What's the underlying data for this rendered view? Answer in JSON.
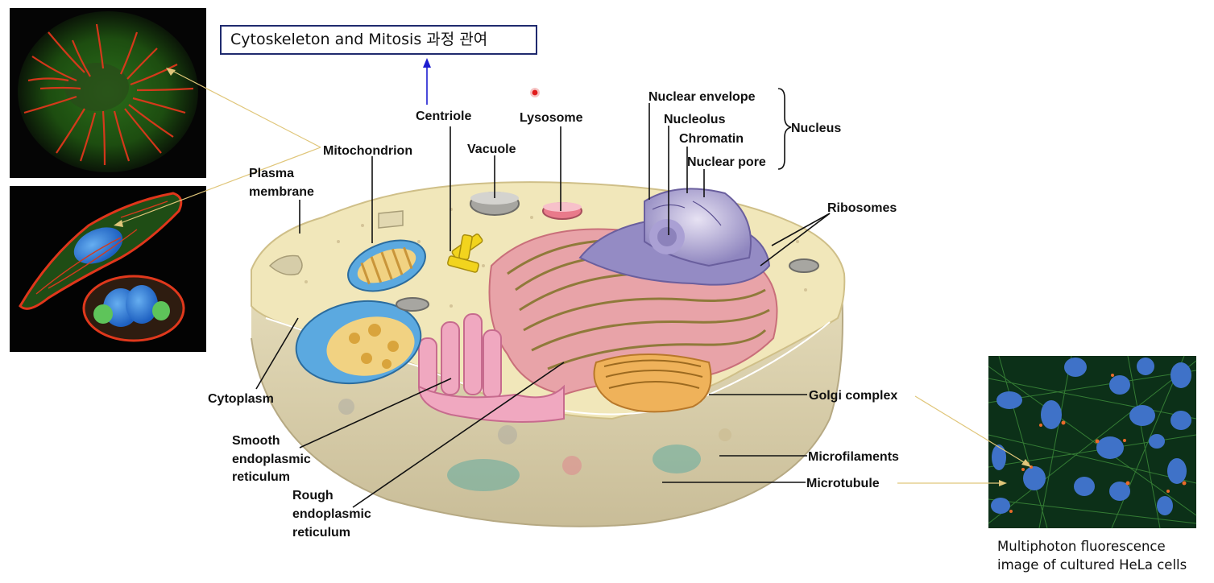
{
  "title": "Cytoskeleton and Mitosis 과정 관여",
  "labels": {
    "centriole": "Centriole",
    "lysosome": "Lysosome",
    "nuclear_envelope": "Nuclear envelope",
    "nucleolus": "Nucleolus",
    "chromatin": "Chromatin",
    "nuclear_pore": "Nuclear pore",
    "nucleus": "Nucleus",
    "mitochondrion": "Mitochondrion",
    "vacuole": "Vacuole",
    "plasma_membrane": [
      "Plasma",
      "membrane"
    ],
    "ribosomes": "Ribosomes",
    "cytoplasm": "Cytoplasm",
    "golgi_complex": "Golgi complex",
    "smooth_er": [
      "Smooth",
      "endoplasmic",
      "reticulum"
    ],
    "microfilaments": "Microfilaments",
    "microtubule": "Microtubule",
    "rough_er": [
      "Rough",
      "endoplasmic",
      "reticulum"
    ]
  },
  "caption": [
    "Multiphoton fluorescence",
    "image of cultured HeLa cells"
  ],
  "colors": {
    "title_border": "#1f2a6e",
    "arrow": "#1c1cd0",
    "pointer": "#e0c67a",
    "micro_bg": "#0a0a0a",
    "hela_bg": "#0c3018"
  }
}
